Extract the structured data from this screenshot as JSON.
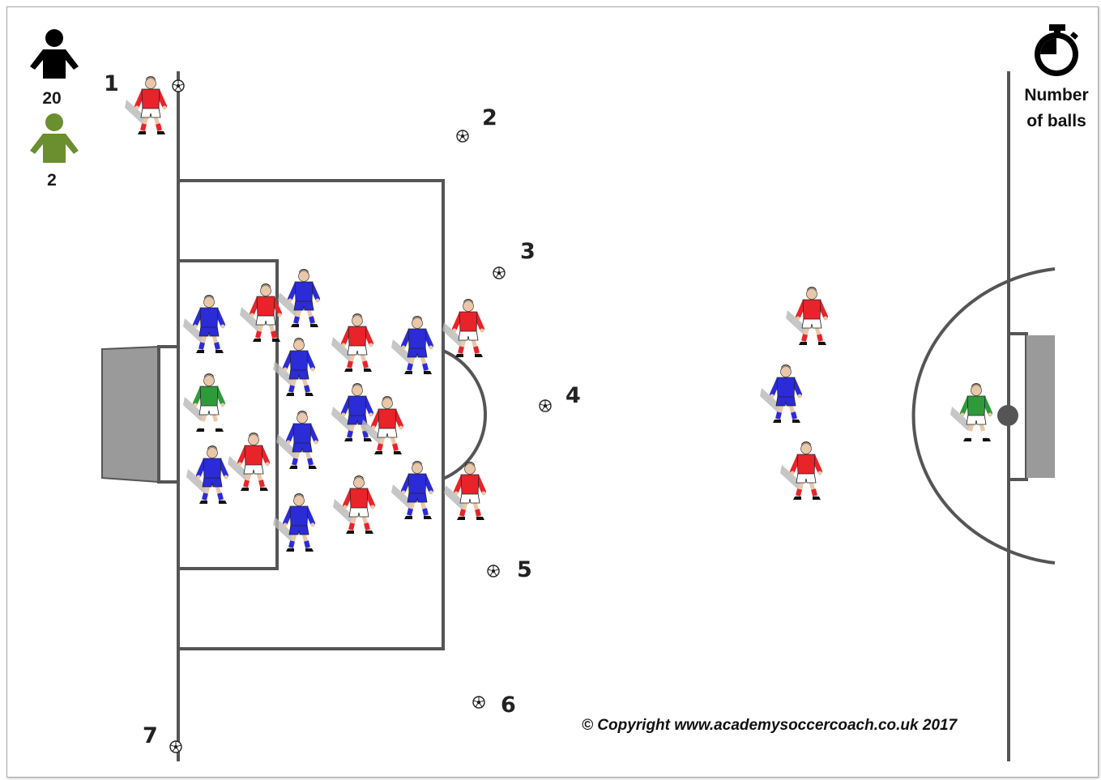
{
  "player_counts": {
    "outfield_count": "20",
    "goalkeeper_count": "2",
    "outfield_icon": "person-icon",
    "goalkeeper_icon": "goalkeeper-person-icon",
    "outfield_color": "#000000",
    "goalkeeper_color": "#6a8f2e"
  },
  "timer": {
    "icon": "stopwatch-icon",
    "label_line1": "Number",
    "label_line2": "of balls"
  },
  "ball_positions": [
    {
      "label": "1"
    },
    {
      "label": "2"
    },
    {
      "label": "3"
    },
    {
      "label": "4"
    },
    {
      "label": "5"
    },
    {
      "label": "6"
    },
    {
      "label": "7"
    }
  ],
  "copyright": "© Copyright www.academysoccercoach.co.uk 2017",
  "colors": {
    "line": "#555555",
    "goal_fill": "#9a9a9a",
    "team_red": "#e8232a",
    "team_blue": "#2b2bd8",
    "goalkeeper_green": "#2f9a3a",
    "shadow": "#b8b8b8"
  }
}
